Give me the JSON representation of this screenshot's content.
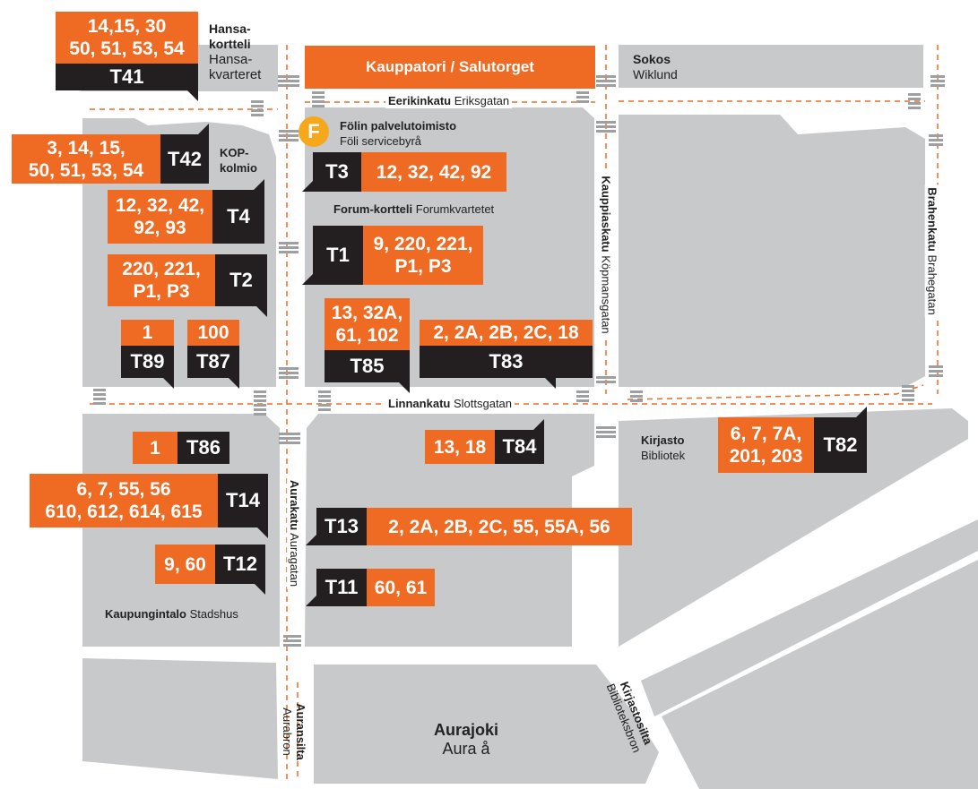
{
  "colors": {
    "orange": "#ef6a22",
    "black": "#231f20",
    "block": "#c8c9cb",
    "foli_icon": "#f6a81c"
  },
  "market": "Kauppatori / Salutorget",
  "foli_icon": "F",
  "places": {
    "hansa": {
      "bold": "Hansa-\nkortteli",
      "normal": "Hansa-\nkvarteret"
    },
    "sokos": {
      "bold": "Sokos",
      "normal": "Wiklund"
    },
    "kop": {
      "bold": "KOP-\nkolmio"
    },
    "foli": {
      "bold": "Fölin palvelutoimisto",
      "normal": "Föli servicebyrå"
    },
    "forum": {
      "bold": "Forum-kortteli",
      "normal": "Forumkvartetet"
    },
    "kirjasto": {
      "bold": "Kirjasto",
      "normal": "Bibliotek"
    },
    "kaupungintalo": {
      "bold": "Kaupungintalo",
      "normal": "Stadshus"
    },
    "aurajoki": {
      "bold": "Aurajoki",
      "normal": "Aura å"
    }
  },
  "streets": {
    "eerikinkatu": {
      "bold": "Eerikinkatu",
      "normal": "Eriksgatan"
    },
    "linnankatu": {
      "bold": "Linnankatu",
      "normal": "Slottsgatan"
    },
    "kauppiaskatu": {
      "bold": "Kauppiaskatu",
      "normal": "Köpmansgatan"
    },
    "brahenkatu": {
      "bold": "Brahenkatu",
      "normal": "Brahegatan"
    },
    "aurakatu": {
      "bold": "Aurakatu",
      "normal": "Auragatan"
    },
    "auransilta": {
      "bold": "Auransilta",
      "normal": "Aurabron"
    },
    "kirjastosilta": {
      "bold": "Kirjastosilta",
      "normal": "Biblioteksbron"
    }
  },
  "stops": {
    "T41": {
      "code": "T41",
      "routes": "14,15, 30\n50, 51, 53, 54"
    },
    "T42": {
      "code": "T42",
      "routes": "3, 14, 15,\n50, 51, 53, 54"
    },
    "T4": {
      "code": "T4",
      "routes": "12, 32, 42,\n92, 93"
    },
    "T2": {
      "code": "T2",
      "routes": "220, 221,\nP1, P3"
    },
    "T89": {
      "code": "T89",
      "routes": "1"
    },
    "T87": {
      "code": "T87",
      "routes": "100"
    },
    "T3": {
      "code": "T3",
      "routes": "12, 32, 42, 92"
    },
    "T1": {
      "code": "T1",
      "routes": "9, 220, 221,\nP1, P3"
    },
    "T85": {
      "code": "T85",
      "routes": "13, 32A,\n61, 102"
    },
    "T83": {
      "code": "T83",
      "routes": "2, 2A, 2B, 2C, 18"
    },
    "T86": {
      "code": "T86",
      "routes": "1"
    },
    "T84": {
      "code": "T84",
      "routes": "13, 18"
    },
    "T82": {
      "code": "T82",
      "routes": "6, 7, 7A,\n201, 203"
    },
    "T14": {
      "code": "T14",
      "routes": "6, 7, 55, 56\n610, 612, 614, 615"
    },
    "T13": {
      "code": "T13",
      "routes": "2, 2A, 2B, 2C, 55, 55A, 56"
    },
    "T12": {
      "code": "T12",
      "routes": "9, 60"
    },
    "T11": {
      "code": "T11",
      "routes": "60, 61"
    }
  }
}
